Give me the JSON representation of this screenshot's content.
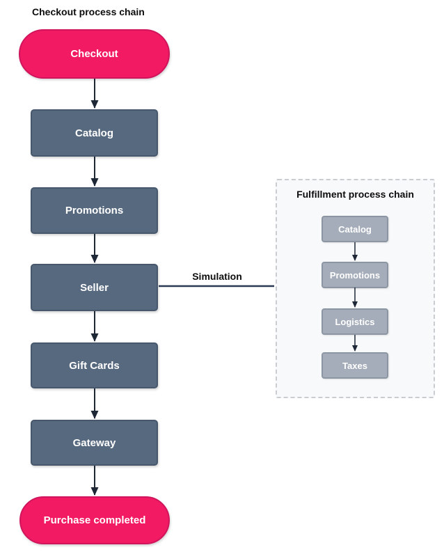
{
  "diagram": {
    "title": "Checkout process chain",
    "main_chain": {
      "nodes": [
        {
          "id": "checkout",
          "label": "Checkout",
          "shape": "terminator"
        },
        {
          "id": "catalog",
          "label": "Catalog",
          "shape": "process"
        },
        {
          "id": "promotions",
          "label": "Promotions",
          "shape": "process"
        },
        {
          "id": "seller",
          "label": "Seller",
          "shape": "process"
        },
        {
          "id": "gift-cards",
          "label": "Gift Cards",
          "shape": "process"
        },
        {
          "id": "gateway",
          "label": "Gateway",
          "shape": "process"
        },
        {
          "id": "purchase-completed",
          "label": "Purchase completed",
          "shape": "terminator"
        }
      ]
    },
    "connector_label": "Simulation",
    "sub_chain": {
      "title": "Fulfillment process chain",
      "nodes": [
        {
          "id": "f-catalog",
          "label": "Catalog"
        },
        {
          "id": "f-promotions",
          "label": "Promotions"
        },
        {
          "id": "f-logistics",
          "label": "Logistics"
        },
        {
          "id": "f-taxes",
          "label": "Taxes"
        }
      ]
    },
    "colors": {
      "terminator_fill": "#F11A63",
      "terminator_border": "#D1155C",
      "process_fill": "#57697F",
      "process_border": "#47586D",
      "sub_fill": "#A5ADBA",
      "sub_border": "#8C96A3",
      "container_bg": "#F8F9FB",
      "container_border": "#C9CCD1",
      "arrow": "#1D2736",
      "connector_line": "#2B3A52"
    }
  }
}
